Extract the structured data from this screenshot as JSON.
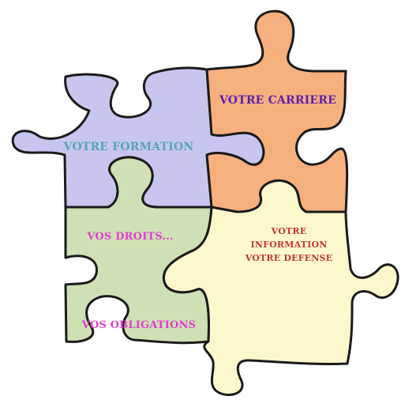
{
  "pieces": {
    "formation": {
      "label": "VOTRE  FORMATION",
      "fill": "#c7c6f1",
      "text_color": "#55a5b4"
    },
    "carriere": {
      "label": "VOTRE CARRIERE",
      "fill": "#f6b07e",
      "text_color": "#5a1fae"
    },
    "droits": {
      "label_top": "VOS DROITS...",
      "label_bottom": "VOS OBLIGATIONS",
      "fill": "#cfe0b4",
      "text_color": "#df3fcf"
    },
    "information": {
      "line1": "VOTRE",
      "line2": "INFORMATION",
      "line3": "VOTRE DEFENSE",
      "fill": "#fbf8cc",
      "text_color": "#c2363b"
    }
  },
  "style": {
    "outline_color": "#1a1a1a"
  }
}
